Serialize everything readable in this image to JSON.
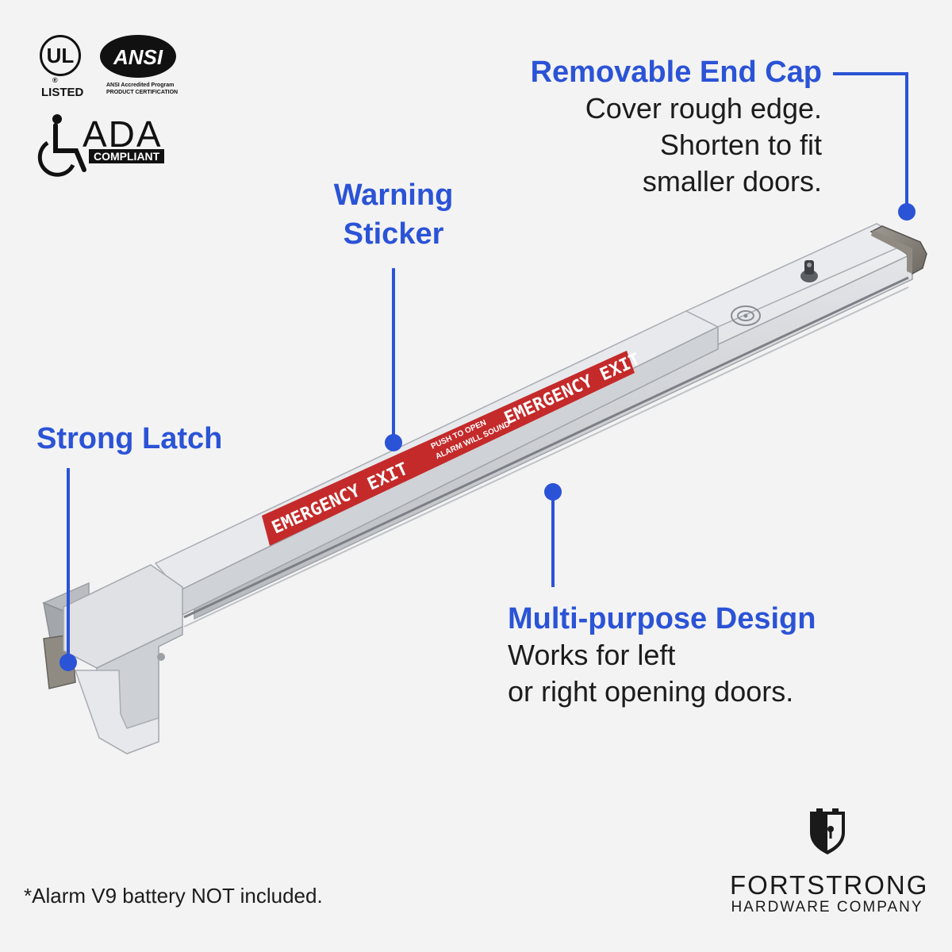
{
  "certifications": {
    "ul_mark": "UL",
    "ul_registered": "®",
    "ul_label": "LISTED",
    "ansi_mark": "ANSI",
    "ansi_line1": "ANSI Accredited Program",
    "ansi_line2": "PRODUCT CERTIFICATION",
    "ada_mark": "ADA",
    "ada_label": "COMPLIANT"
  },
  "callouts": {
    "end_cap": {
      "title": "Removable End Cap",
      "lines": [
        "Cover rough edge.",
        "Shorten to fit",
        "smaller doors."
      ]
    },
    "sticker": {
      "title_lines": [
        "Warning",
        "Sticker"
      ]
    },
    "latch": {
      "title": "Strong Latch"
    },
    "design": {
      "title": "Multi-purpose Design",
      "lines": [
        "Works for left",
        "or right opening doors."
      ]
    }
  },
  "product": {
    "sticker_main_1": "EMERGENCY EXIT",
    "sticker_small_1": "PUSH TO OPEN",
    "sticker_small_2": "ALARM WILL SOUND",
    "sticker_main_2": "EMERGENCY EXIT"
  },
  "footnote": "*Alarm V9 battery NOT included.",
  "brand": {
    "name": "FORTSTRONG",
    "tagline": "HARDWARE COMPANY"
  },
  "colors": {
    "accent": "#2b53d6",
    "sticker_red": "#c42a2a",
    "bar_silver": "#d9dbde"
  },
  "icons": [
    "ul-listed-icon",
    "ansi-icon",
    "wheelchair-icon",
    "shield-keyhole-icon",
    "keyhole-icon",
    "speaker-grill-icon"
  ]
}
